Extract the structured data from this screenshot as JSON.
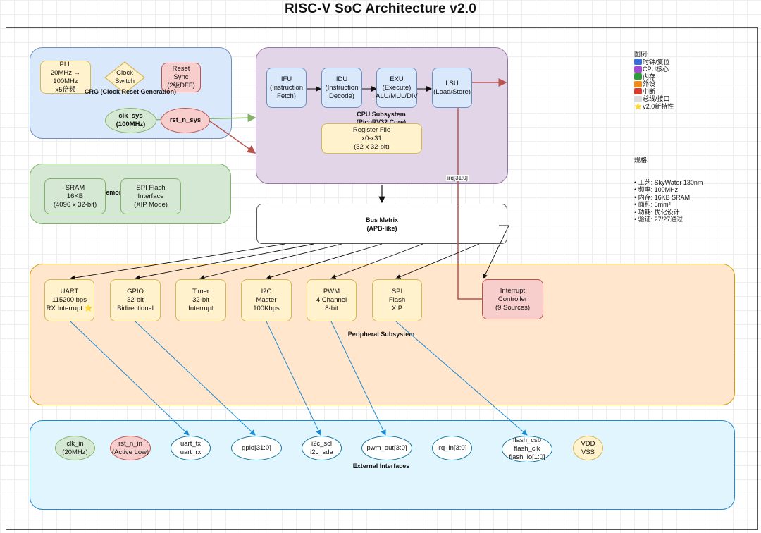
{
  "title": "RISC-V SoC Architecture v2.0",
  "crg": {
    "label": "CRG (Clock Reset Generation)",
    "pll": "PLL\n20MHz →\n100MHz\nx5倍频",
    "clock_switch": "Clock\nSwitch",
    "reset_sync": "Reset\nSync\n(2级DFF)",
    "clk_sys": "clk_sys\n(100MHz)",
    "rst_n_sys": "rst_n_sys"
  },
  "memory": {
    "label": "Memory",
    "sram": "SRAM\n16KB\n(4096 x 32-bit)",
    "spi_flash": "SPI Flash\nInterface\n(XIP Mode)"
  },
  "cpu": {
    "label": "CPU Subsystem\n(PicoRV32 Core)",
    "ifu": "IFU\n(Instruction\nFetch)",
    "idu": "IDU\n(Instruction\nDecode)",
    "exu": "EXU\n(Execute)\nALU/MUL/DIV",
    "lsu": "LSU\n(Load/Store)",
    "regfile": "Register File\nx0-x31\n(32 x 32-bit)",
    "irq_label": "irq[31:0]"
  },
  "bus": {
    "label": "Bus Matrix\n(APB-like)"
  },
  "peripherals": {
    "label": "Peripheral Subsystem",
    "uart": "UART\n115200 bps\nRX Interrupt ⭐",
    "gpio": "GPIO\n32-bit\nBidirectional",
    "timer": "Timer\n32-bit\nInterrupt",
    "i2c": "I2C\nMaster\n100Kbps",
    "pwm": "PWM\n4 Channel\n8-bit",
    "spi": "SPI\nFlash\nXIP",
    "intc": "Interrupt\nController\n(9 Sources)"
  },
  "external": {
    "label": "External Interfaces",
    "clk_in": "clk_in\n(20MHz)",
    "rst_n_in": "rst_n_in\n(Active Low)",
    "uart_pins": "uart_tx\nuart_rx",
    "gpio_pins": "gpio[31:0]",
    "i2c_pins": "i2c_scl\ni2c_sda",
    "pwm_pins": "pwm_out[3:0]",
    "irq_pins": "irq_in[3:0]",
    "flash_pins": "flash_csb\nflash_clk\nflash_io[1:0]",
    "power": "VDD\nVSS"
  },
  "legend": {
    "title": "图例:",
    "items": [
      {
        "label": "时钟/复位",
        "color": "#3b6fd8"
      },
      {
        "label": "CPU核心",
        "color": "#a44bd6"
      },
      {
        "label": "内存",
        "color": "#2e9b3a"
      },
      {
        "label": "外设",
        "color": "#f08c1a"
      },
      {
        "label": "中断",
        "color": "#d83b2b"
      },
      {
        "label": "总线/接口",
        "color": "#dcdcdc"
      },
      {
        "label": "v2.0新特性",
        "color": "star"
      }
    ]
  },
  "specs": {
    "title": "规格:",
    "lines": [
      "• 工艺: SkyWater 130nm",
      "• 频率: 100MHz",
      "• 内存: 16KB SRAM",
      "• 面积: 5mm²",
      "• 功耗: 优化设计",
      "• 验证: 27/27通过"
    ]
  }
}
